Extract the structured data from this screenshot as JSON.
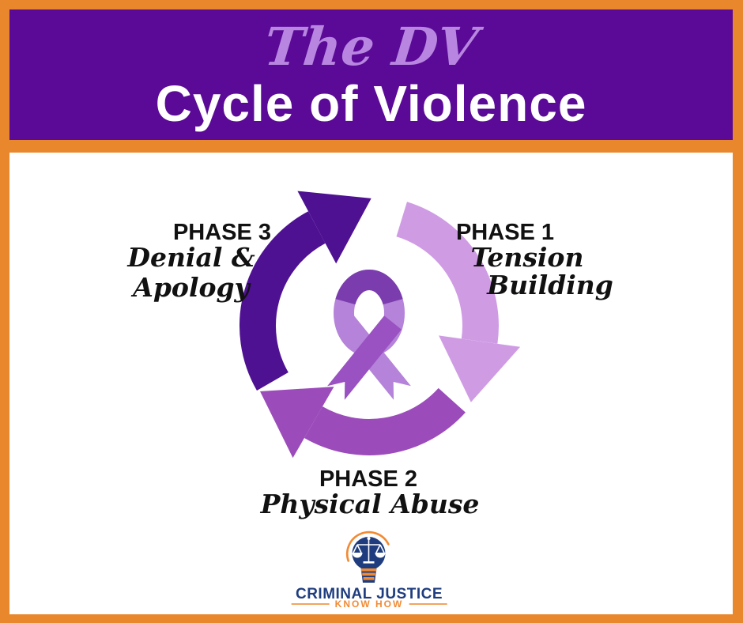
{
  "header": {
    "pre_title": "The DV",
    "title": "Cycle of Violence"
  },
  "diagram": {
    "flow": "clockwise",
    "center_icon": "purple-awareness-ribbon",
    "phases": [
      {
        "label": "PHASE 1",
        "sub1": "Tension",
        "sub2": "Building"
      },
      {
        "label": "PHASE 2",
        "sub1": "Physical Abuse"
      },
      {
        "label": "PHASE 3",
        "sub1": "Denial &",
        "sub2": "Apology"
      }
    ]
  },
  "footer_logo": {
    "name": "CRIMINAL JUSTICE",
    "tagline": "KNOW HOW"
  },
  "colors": {
    "frame_orange": "#e8872b",
    "header_purple": "#5a0a96",
    "script_lavender": "#b886e0",
    "arrow_dark_purple": "#4e1191",
    "arrow_medium_purple": "#9b4cba",
    "arrow_light_purple": "#cf9ce4",
    "ribbon_light": "#b583d9",
    "ribbon_medium": "#9a51c2",
    "ribbon_loop_dark": "#7b3dae",
    "logo_navy": "#1f3d7e",
    "logo_orange": "#f28a33",
    "text_black": "#111111"
  }
}
